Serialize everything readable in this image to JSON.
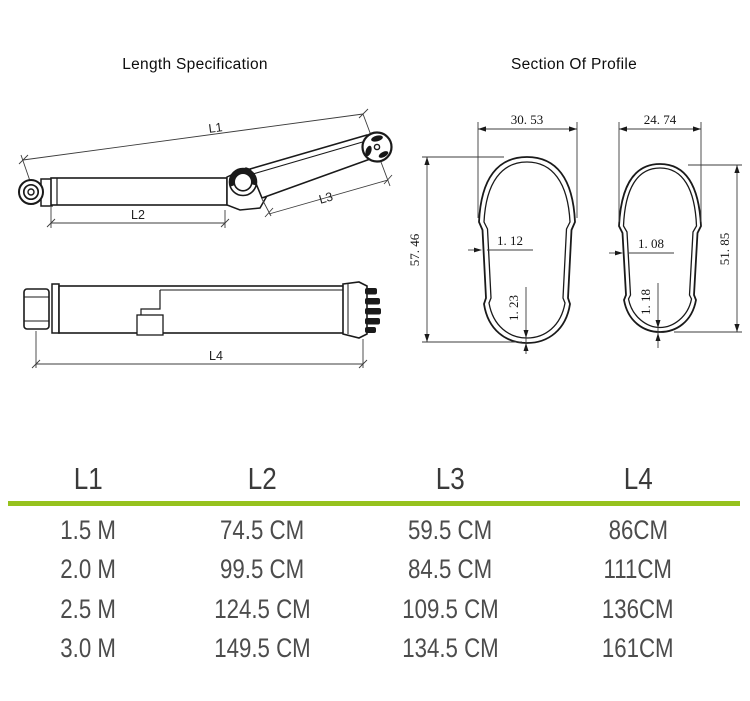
{
  "sections": {
    "length_spec": {
      "title": "Length Specification",
      "labels": {
        "l1": "L1",
        "l2": "L2",
        "l3": "L3",
        "l4": "L4"
      }
    },
    "profile": {
      "title": "Section Of Profile",
      "left": {
        "width": "30. 53",
        "height": "57. 46",
        "side_wall": "1. 12",
        "bottom_wall": "1. 23"
      },
      "right": {
        "width": "24. 74",
        "height": "51. 85",
        "side_wall": "1. 08",
        "bottom_wall": "1. 18"
      }
    }
  },
  "table": {
    "accent_color": "#96c21e",
    "columns": [
      "L1",
      "L2",
      "L3",
      "L4"
    ],
    "rows": [
      [
        "1.5 M",
        "74.5 CM",
        "59.5 CM",
        "86CM"
      ],
      [
        "2.0 M",
        "99.5 CM",
        "84.5 CM",
        "111CM"
      ],
      [
        "2.5 M",
        "124.5 CM",
        "109.5 CM",
        "136CM"
      ],
      [
        "3.0 M",
        "149.5 CM",
        "134.5 CM",
        "161CM"
      ]
    ]
  }
}
